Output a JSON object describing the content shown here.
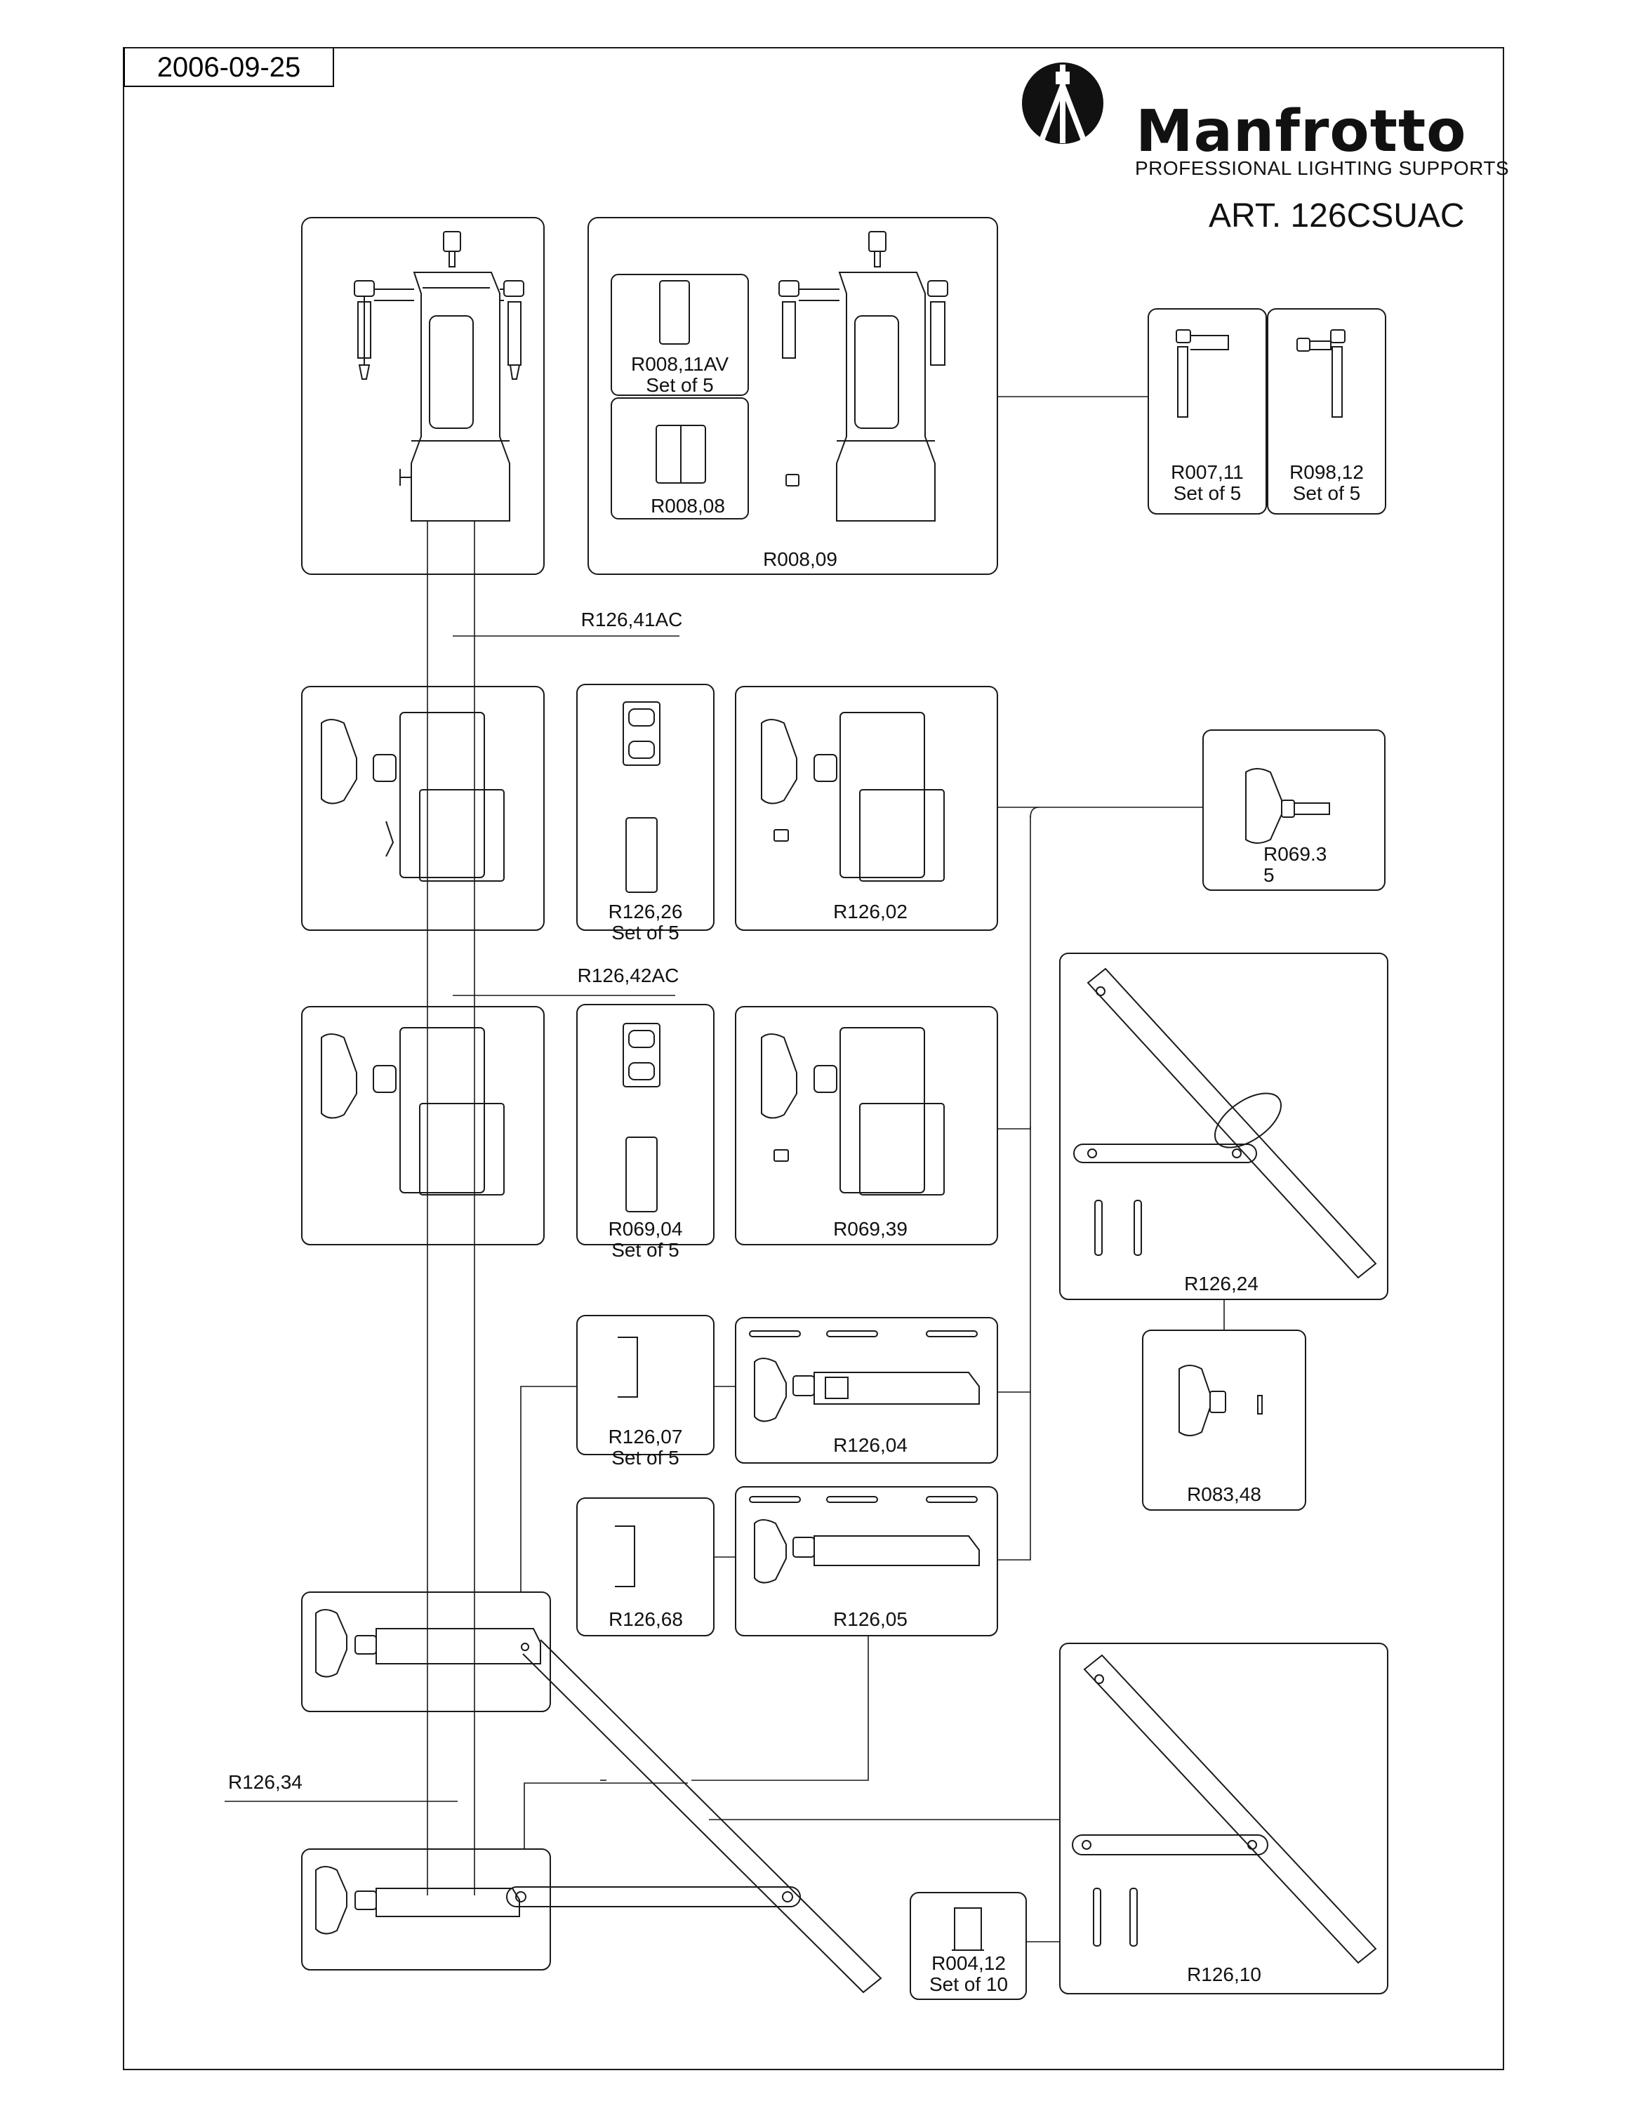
{
  "header": {
    "date": "2006-09-25",
    "brand": "Manfrotto",
    "subtitle": "PROFESSIONAL LIGHTING SUPPORTS",
    "article": "ART. 126CSUAC"
  },
  "parts": {
    "r008_11av": {
      "code": "R008,11AV",
      "qty": "Set of 5"
    },
    "r008_08": {
      "code": "R008,08"
    },
    "r008_09": {
      "code": "R008,09"
    },
    "r007_11": {
      "code": "R007,11",
      "qty": "Set of 5"
    },
    "r098_12": {
      "code": "R098,12",
      "qty": "Set of 5"
    },
    "r126_41ac": {
      "code": "R126,41AC"
    },
    "r126_26": {
      "code": "R126,26",
      "qty": "Set of 5"
    },
    "r126_02": {
      "code": "R126,02"
    },
    "r069_35": {
      "code": "R069.3",
      "code2": "5"
    },
    "r126_42ac": {
      "code": "R126,42AC"
    },
    "r069_04": {
      "code": "R069,04",
      "qty": "Set of 5"
    },
    "r069_39": {
      "code": "R069,39"
    },
    "r126_24": {
      "code": "R126,24"
    },
    "r126_07": {
      "code": "R126,07",
      "qty": "Set of 5"
    },
    "r126_04": {
      "code": "R126,04"
    },
    "r083_48": {
      "code": "R083,48"
    },
    "r126_68": {
      "code": "R126,68"
    },
    "r126_05": {
      "code": "R126,05"
    },
    "r126_34": {
      "code": "R126,34"
    },
    "r004_12": {
      "code": "R004,12",
      "qty": "Set of 10"
    },
    "r126_10": {
      "code": "R126,10"
    }
  },
  "colors": {
    "line": "#1a1a1a",
    "paper": "#ffffff"
  }
}
